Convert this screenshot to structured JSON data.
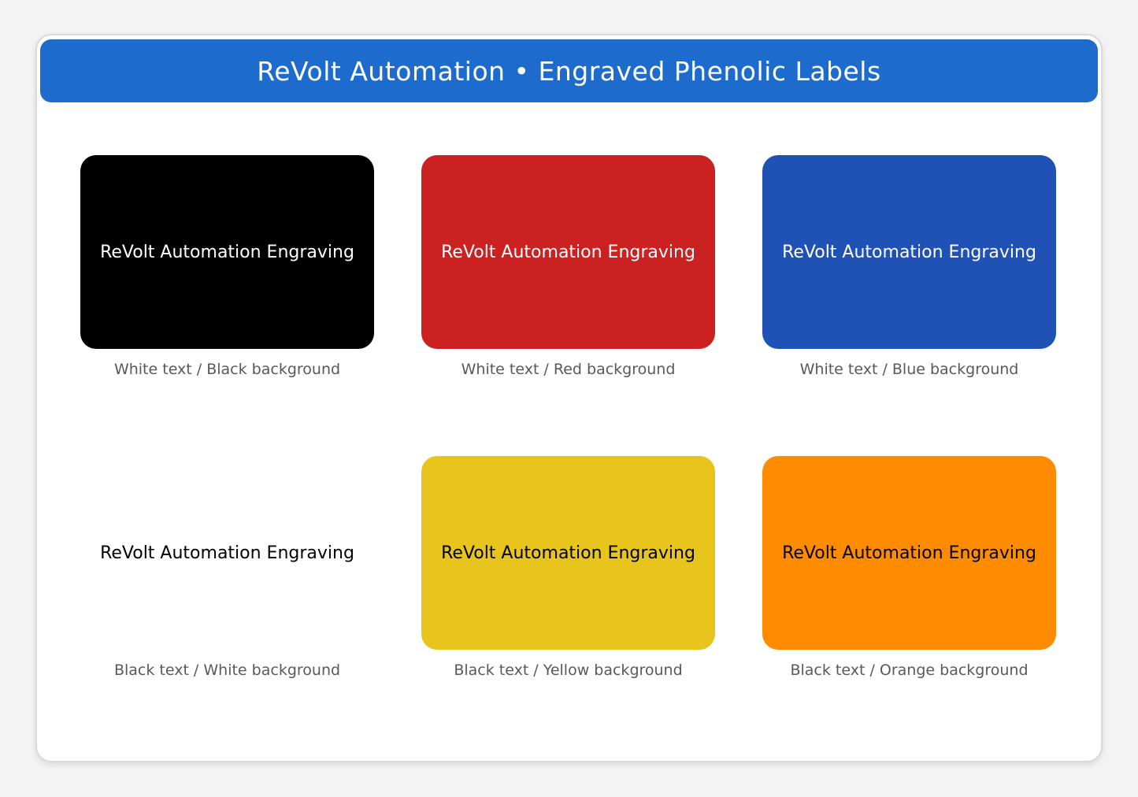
{
  "page": {
    "background": "#f3f3f4"
  },
  "header": {
    "title": "ReVolt Automation • Engraved Phenolic Labels",
    "background": "#1d6bcd",
    "text_color": "#ffffff"
  },
  "labels": {
    "sample_text": "ReVolt Automation Engraving",
    "items": [
      {
        "caption": "White text / Black background",
        "bg": "#000000",
        "fg": "#ffffff"
      },
      {
        "caption": "White text / Red background",
        "bg": "#cb2121",
        "fg": "#ffffff"
      },
      {
        "caption": "White text / Blue background",
        "bg": "#2052b5",
        "fg": "#ffffff"
      },
      {
        "caption": "Black text / White background",
        "bg": "#ffffff",
        "fg": "#000000"
      },
      {
        "caption": "Black text / Yellow background",
        "bg": "#e8c51c",
        "fg": "#000000"
      },
      {
        "caption": "Black text / Orange background",
        "bg": "#ff8c00",
        "fg": "#000000"
      }
    ]
  }
}
